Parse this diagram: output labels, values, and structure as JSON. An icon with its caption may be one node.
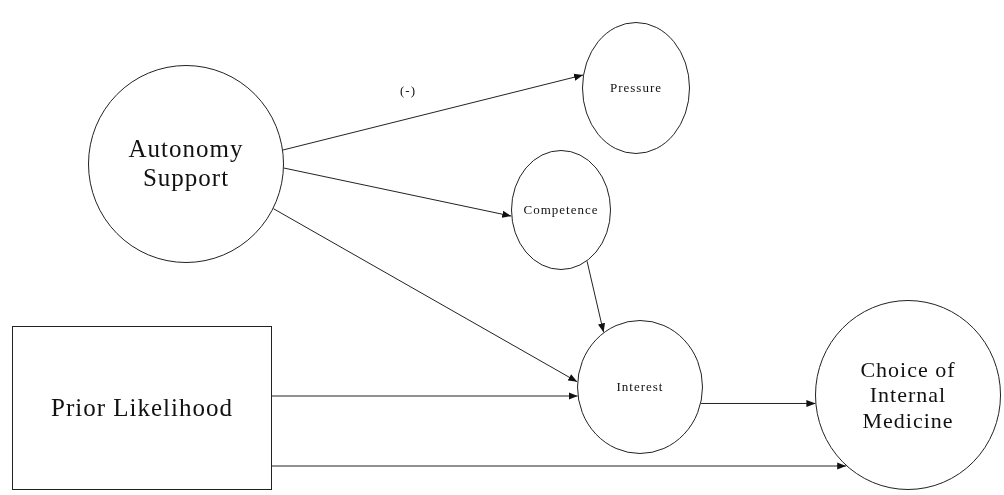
{
  "diagram": {
    "nodes": [
      {
        "text": [
          "Autonomy Support"
        ]
      },
      {
        "text": [
          "Pressure"
        ]
      },
      {
        "text": [
          "Competence"
        ]
      },
      {
        "text": [
          "Prior Likelihood"
        ]
      },
      {
        "text": [
          "Interest"
        ]
      },
      {
        "text": [
          "Choice of Internal Medicine"
        ]
      }
    ],
    "edges": [
      {
        "from": 0,
        "to": 1,
        "arrow": "to",
        "label": "(-)"
      },
      {
        "from": 0,
        "to": 2,
        "arrow": "to"
      },
      {
        "from": 0,
        "to": 4,
        "arrow": "to"
      },
      {
        "from": 2,
        "to": 4,
        "arrow": "to"
      },
      {
        "from": 3,
        "to": 4,
        "arrow": "to"
      },
      {
        "from": 4,
        "to": 5,
        "arrow": "to"
      },
      {
        "from": 3,
        "to": 5,
        "arrow": "to"
      }
    ]
  }
}
